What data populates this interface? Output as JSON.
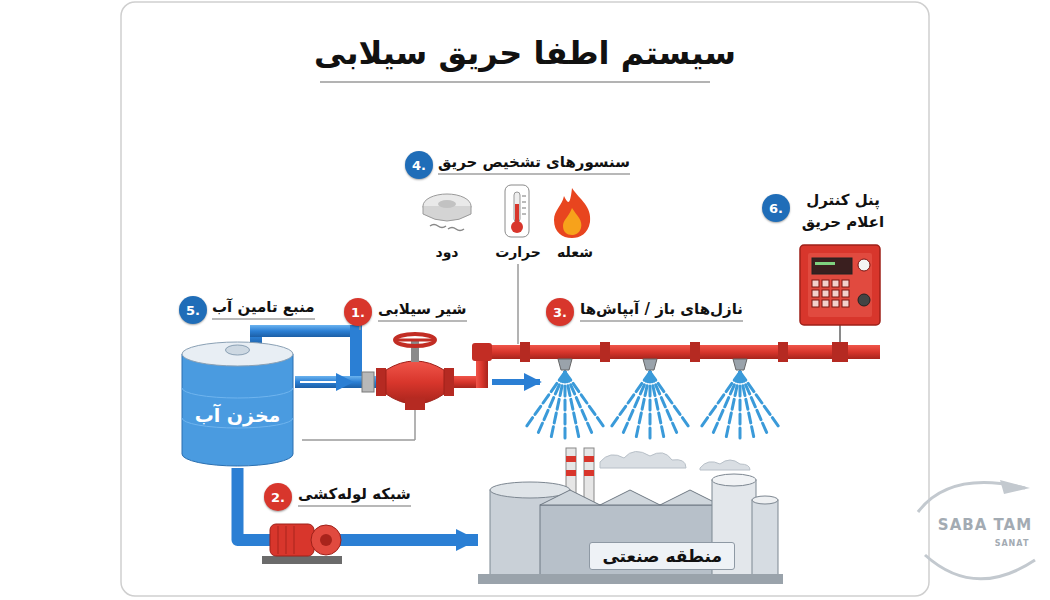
{
  "diagram": {
    "title": "سیستم اطفا حریق سیلابی",
    "nodes": [
      {
        "text": [
          "مخزن آب"
        ]
      },
      {
        "text": [
          "منطقه صنعتی"
        ]
      }
    ],
    "edges": [
      {
        "from": 0,
        "to": 1,
        "arrow": "to"
      }
    ],
    "labels": [
      "1.",
      "شیر سیلابی",
      "2.",
      "شبکه لوله‌کشی",
      "3.",
      "نازل‌های باز / آبپاش‌ها",
      "4.",
      "سنسورهای تشخیص حریق",
      "5.",
      "منبع تامین آب",
      "6.",
      "پنل کنترل اعلام حریق",
      "دود",
      "حرارت",
      "شعله",
      "SABA TAM",
      "SANAT"
    ]
  }
}
